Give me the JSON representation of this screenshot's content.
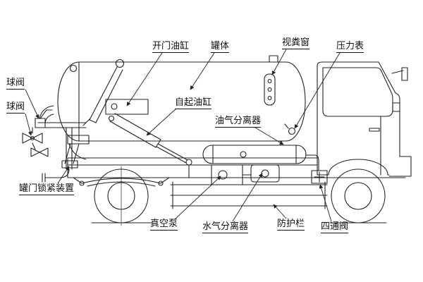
{
  "diagram": {
    "labels": {
      "door_cylinder": "开门油缸",
      "tank_body": "罐体",
      "viewing_window": "视粪窗",
      "pressure_gauge": "压力表",
      "ball_valve_top": "球阀",
      "ball_valve_bottom": "球阀",
      "lift_cylinder": "自起油缸",
      "oil_gas_separator": "油气分离器",
      "tank_door_lock": "罐门锁紧装置",
      "vacuum_pump": "真空泵",
      "water_gas_separator": "水气分离器",
      "guard_rail": "防护栏",
      "four_way_valve": "四通阀"
    },
    "colors": {
      "line": "#222222",
      "background": "#ffffff",
      "text": "#111111"
    }
  }
}
